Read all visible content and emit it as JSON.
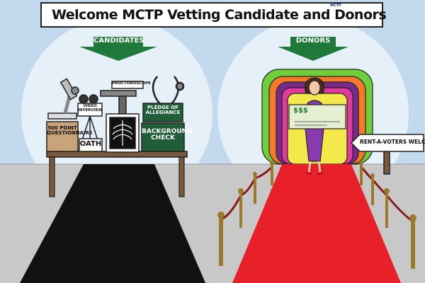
{
  "banner": {
    "title": "Welcome MCTP Vetting Candidate and Donors",
    "logo_letters": "MCTP",
    "logo_icon": "texas-flag-map-icon"
  },
  "candidates": {
    "arrow_label": "CANDIDATES",
    "questionnaire_label": "500 POINT QUESTIONNAIRE",
    "oath_label": "OATH",
    "video_label": "VIDEO INTERVIEW",
    "proctoroscope_label": "PROCTOROSCOPE",
    "pledge_label": "PLEDGE OF ALLEGIANCE",
    "background_label": "BACKGROUND CHECK",
    "carpet_color": "#111111"
  },
  "donors": {
    "arrow_label": "DONORS",
    "check_amount": "$$$",
    "sign_label": "RENT-A-VOTERS WELCOME",
    "carpet_color": "#e8202a"
  },
  "colors": {
    "sky": "#c3d9ee",
    "spotlight": "#e6f0f8",
    "floor": "#c8c8c8",
    "arrow_green": "#1f7a3a",
    "table_wood": "#7a5a3a",
    "stanchion_gold": "#9a7a2a",
    "rope_red": "#8a1a1a"
  }
}
